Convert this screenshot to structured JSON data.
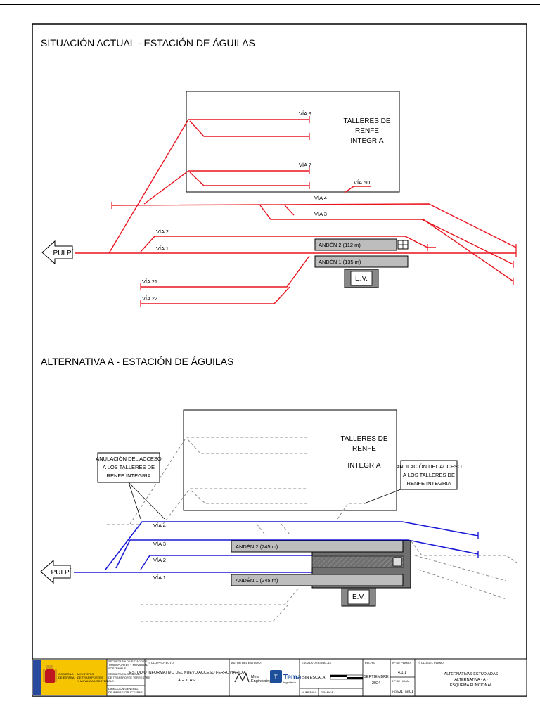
{
  "section_current": {
    "title": "SITUACIÓN ACTUAL - ESTACIÓN DE ÁGUILAS",
    "workshop": [
      "TALLERES DE",
      "RENFE",
      "INTEGRIA"
    ],
    "tracks": {
      "via9": "VÍA 9",
      "via7": "VÍA 7",
      "via5d": "VÍA 5D",
      "via4": "VÍA 4",
      "via3": "VÍA 3",
      "via2": "VÍA 2",
      "via1": "VÍA 1",
      "via21": "VÍA 21",
      "via22": "VÍA 22"
    },
    "platform2": "ANDÉN 2 (112 m)",
    "platform1": "ANDÉN 1 (135 m)",
    "station": "E.V.",
    "direction": "PULPÍ"
  },
  "section_alt": {
    "title": "ALTERNATIVA A - ESTACIÓN DE ÁGUILAS",
    "workshop": [
      "TALLERES DE",
      "RENFE",
      "INTEGRIA"
    ],
    "note_left": [
      "ANULACIÓN DEL ACCESO",
      "A LOS TALLERES DE",
      "RENFE INTEGRIA"
    ],
    "note_right": [
      "ANULACIÓN DEL ACCESO",
      "A LOS TALLERES DE",
      "RENFE INTEGRIA"
    ],
    "tracks": {
      "via4": "VÍA 4",
      "via3": "VÍA 3",
      "via2": "VÍA 2",
      "via1": "VÍA 1"
    },
    "platform2": "ANDÉN 2 (245 m)",
    "platform1": "ANDÉN 1 (245 m)",
    "station": "E.V.",
    "direction": "PULPÍ"
  },
  "title_block": {
    "gov1": "GOBIERNO",
    "gov2": "DE ESPAÑA",
    "ministry1": "MINISTERIO",
    "ministry2": "DE TRANSPORTES",
    "ministry3": "Y MOVILIDAD SOSTENIBLE",
    "sec1": "SECRETARÍA DE ESTADO DE",
    "sec2": "TRANSPORTES Y MOVILIDAD",
    "sec3": "SOSTENIBLE",
    "sg1": "SECRETARÍA GENERAL",
    "sg2": "DE TRANSPORTE TERRESTRE",
    "dg1": "DIRECCIÓN GENERAL",
    "dg2": "DE INFRAESTRUCTURAS",
    "project_label": "TITULO PROYECTO:",
    "project1": "\"ESTUDIO INFORMATIVO DEL NUEVO ACCESO FERROVIARIO A",
    "project2": "ÁGUILAS\"",
    "author_label": "AUTOR DEL ESTUDIO:",
    "firm1a": "Meta",
    "firm1b": "Engineering",
    "firm2": "Tema",
    "firm2b": "Ingeniería",
    "scale_label": "ESCALA ORIGINAL A3:",
    "scale": "SIN ESCALA",
    "numeric": "NUMÉRICA",
    "graphic": "GRÁFICA",
    "date_label": "FECHA:",
    "date1": "SEPTIEMBRE",
    "date2": "2024",
    "plan_label": "Nº DE PLANO:",
    "plan_no": "4.1.1",
    "sheet_label": "Nº DE HOJA:",
    "sheet_word": "HOJA",
    "sheet_no": "01",
    "sheet_of": "DE",
    "sheet_total": "01",
    "plan_title_label": "TÍTULO DEL PLANO:",
    "plan_title1": "ALTERNATIVAS ESTUDIADAS",
    "plan_title2": "ALTERNATIVA - A -",
    "plan_title3": "ESQUEMA FUNCIONAL"
  }
}
